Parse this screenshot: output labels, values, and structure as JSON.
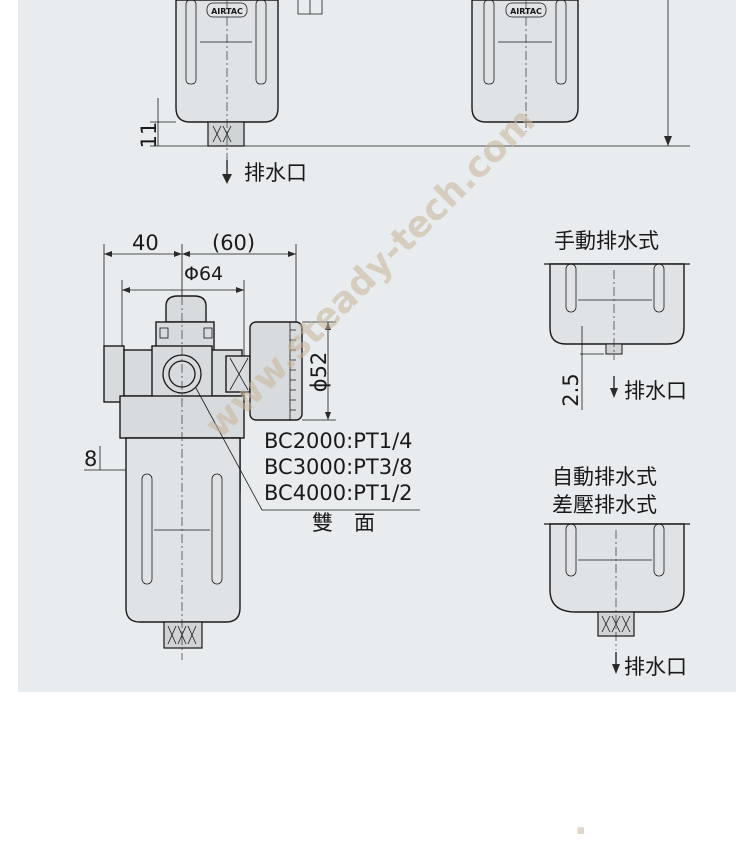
{
  "drawing": {
    "brand_label": "AIRTAC",
    "drain_label": "排水口",
    "dim_11": "11",
    "dim_40": "40",
    "dim_60": "(60)",
    "dim_phi64": "Φ64",
    "dim_phi52": "ϕ52",
    "dim_8": "8",
    "dim_25": "2.5",
    "port_specs": [
      "BC2000:PT1/4",
      "BC3000:PT3/8",
      "BC4000:PT1/2"
    ],
    "both_sides": "雙　面",
    "manual_drain_title": "手動排水式",
    "auto_drain_title_1": "自動排水式",
    "auto_drain_title_2": "差壓排水式"
  },
  "watermark": {
    "text": "www.steady-tech.com",
    "text_bottom": "."
  },
  "colors": {
    "panel_bg": "#e8ecee",
    "page_bg": "#ffffff",
    "line": "#1a1a1a",
    "watermark": "#c9b59a"
  }
}
